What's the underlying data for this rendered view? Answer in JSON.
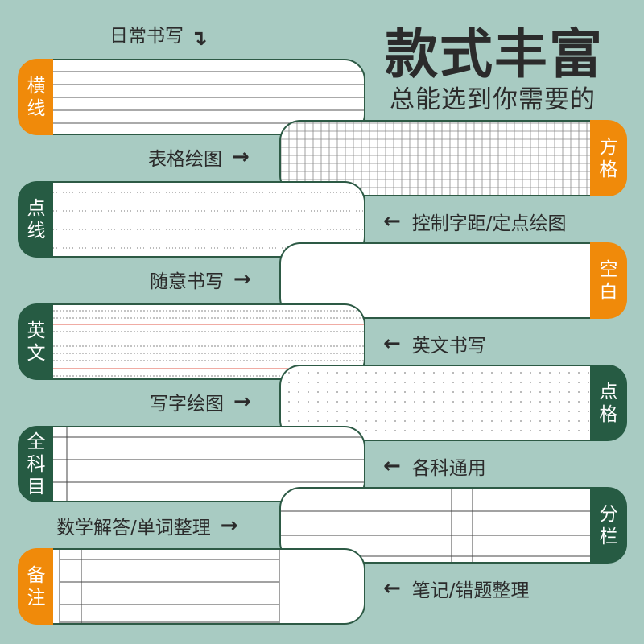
{
  "title": "款式丰富",
  "subtitle": "总能选到你需要的",
  "top_note": "日常书写",
  "styles": [
    {
      "tab": "横线",
      "desc": "表格绘图"
    },
    {
      "tab": "方格",
      "desc": "控制字距/定点绘图"
    },
    {
      "tab": "点线",
      "desc": "随意书写"
    },
    {
      "tab": "空白",
      "desc": "英文书写"
    },
    {
      "tab": "英文",
      "desc": "写字绘图"
    },
    {
      "tab": "点格",
      "desc": "各科通用"
    },
    {
      "tab": "全科目",
      "desc": "数学解答/单词整理"
    },
    {
      "tab": "分栏",
      "desc": "笔记/错题整理"
    },
    {
      "tab": "备注",
      "desc": ""
    }
  ],
  "colors": {
    "background": "#a8cbc2",
    "orange": "#f08a0a",
    "green": "#265b43",
    "border": "#2d5a45"
  },
  "icons": {
    "arrow_right": "→",
    "arrow_left": "←",
    "arrow_down": "↴"
  }
}
